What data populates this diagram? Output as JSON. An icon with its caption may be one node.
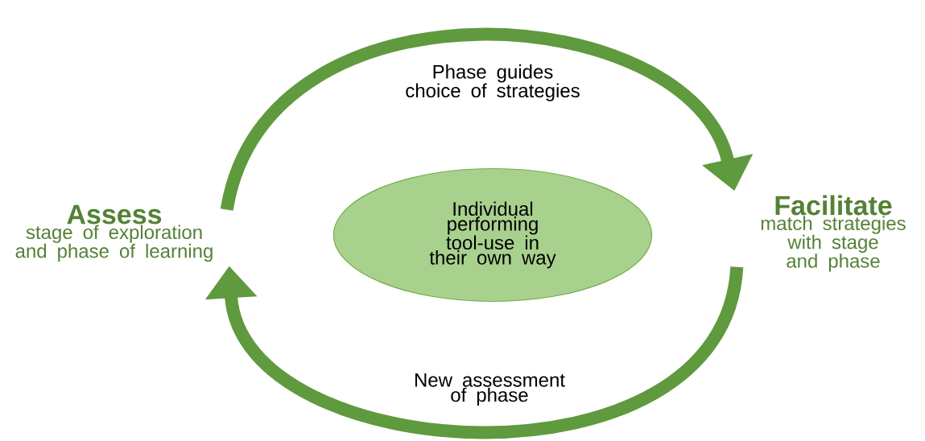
{
  "diagram": {
    "nodes": [
      {
        "text": [
          "Assess",
          "stage of exploration and phase of learning"
        ]
      },
      {
        "text": [
          "Individual performing tool-use in their own way"
        ]
      },
      {
        "text": [
          "Facilitate",
          "match strategies with stage and phase"
        ]
      }
    ],
    "edges": [
      {
        "from": 0,
        "to": 2,
        "arrow": "to",
        "label": "Phase guides choice of strategies"
      },
      {
        "from": 2,
        "to": 0,
        "arrow": "to",
        "label": "New assessment of phase"
      }
    ]
  }
}
